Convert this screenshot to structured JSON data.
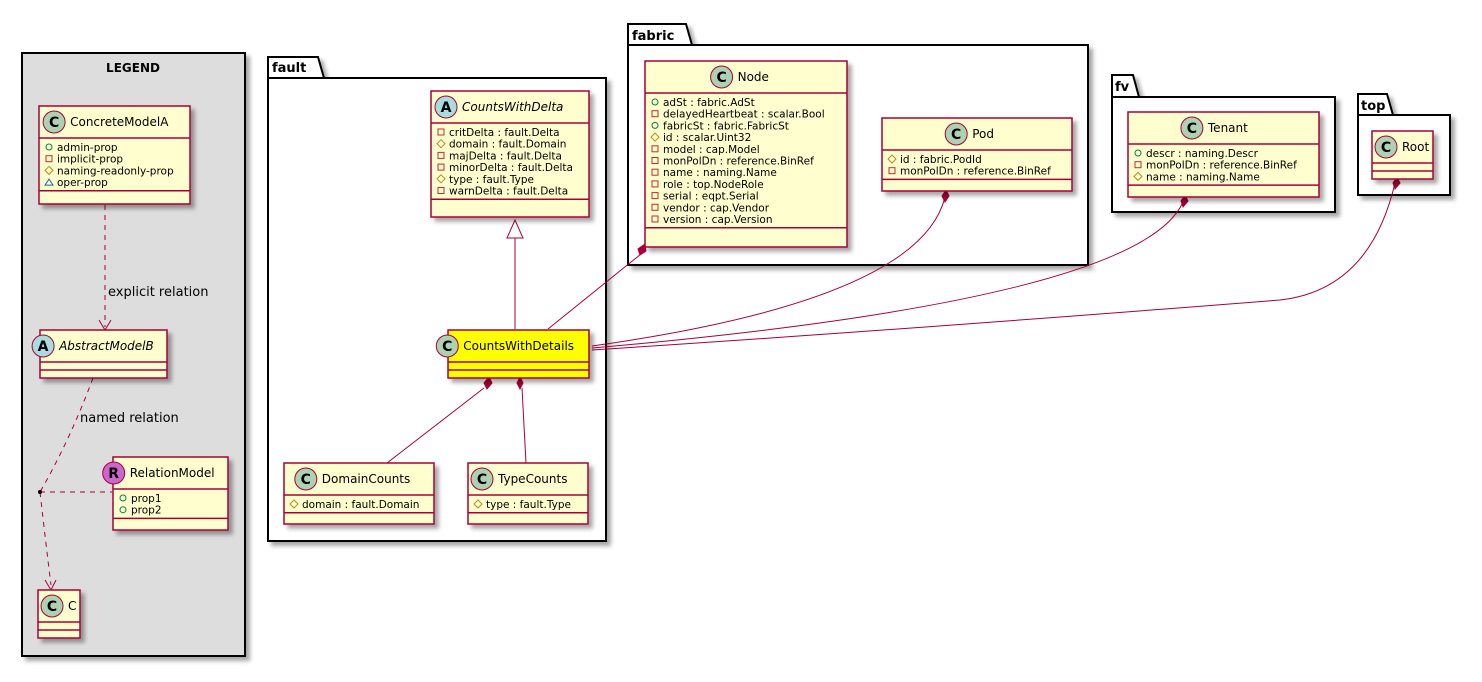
{
  "legend": {
    "title": "LEGEND",
    "concrete": {
      "name": "ConcreteModelA",
      "stereo": "C",
      "attrs": [
        {
          "vis": "public",
          "text": "admin-prop"
        },
        {
          "vis": "private",
          "text": "implicit-prop"
        },
        {
          "vis": "protected",
          "text": "naming-readonly-prop"
        },
        {
          "vis": "package",
          "text": "oper-prop"
        }
      ]
    },
    "abstract": {
      "name": "AbstractModelB",
      "stereo": "A"
    },
    "relation_model": {
      "name": "RelationModel",
      "stereo": "R",
      "attrs": [
        {
          "vis": "public",
          "text": "prop1"
        },
        {
          "vis": "public",
          "text": "prop2"
        }
      ]
    },
    "c": {
      "name": "C",
      "stereo": "C"
    },
    "explicit_label": "explicit relation",
    "named_label": "named relation"
  },
  "packages": {
    "fault": "fault",
    "fabric": "fabric",
    "fv": "fv",
    "top": "top"
  },
  "classes": {
    "counts_with_delta": {
      "name": "CountsWithDelta",
      "stereo": "A",
      "attrs": [
        {
          "vis": "private",
          "text": "critDelta : fault.Delta"
        },
        {
          "vis": "protected",
          "text": "domain : fault.Domain"
        },
        {
          "vis": "private",
          "text": "majDelta : fault.Delta"
        },
        {
          "vis": "private",
          "text": "minorDelta : fault.Delta"
        },
        {
          "vis": "protected",
          "text": "type : fault.Type"
        },
        {
          "vis": "private",
          "text": "warnDelta : fault.Delta"
        }
      ]
    },
    "counts_with_details": {
      "name": "CountsWithDetails",
      "stereo": "C"
    },
    "domain_counts": {
      "name": "DomainCounts",
      "stereo": "C",
      "attrs": [
        {
          "vis": "protected",
          "text": "domain : fault.Domain"
        }
      ]
    },
    "type_counts": {
      "name": "TypeCounts",
      "stereo": "C",
      "attrs": [
        {
          "vis": "protected",
          "text": "type : fault.Type"
        }
      ]
    },
    "node": {
      "name": "Node",
      "stereo": "C",
      "attrs": [
        {
          "vis": "public",
          "text": "adSt : fabric.AdSt"
        },
        {
          "vis": "private",
          "text": "delayedHeartbeat : scalar.Bool"
        },
        {
          "vis": "public",
          "text": "fabricSt : fabric.FabricSt"
        },
        {
          "vis": "protected",
          "text": "id : scalar.Uint32"
        },
        {
          "vis": "private",
          "text": "model : cap.Model"
        },
        {
          "vis": "private",
          "text": "monPolDn : reference.BinRef"
        },
        {
          "vis": "private",
          "text": "name : naming.Name"
        },
        {
          "vis": "private",
          "text": "role : top.NodeRole"
        },
        {
          "vis": "private",
          "text": "serial : eqpt.Serial"
        },
        {
          "vis": "private",
          "text": "vendor : cap.Vendor"
        },
        {
          "vis": "private",
          "text": "version : cap.Version"
        }
      ]
    },
    "pod": {
      "name": "Pod",
      "stereo": "C",
      "attrs": [
        {
          "vis": "protected",
          "text": "id : fabric.PodId"
        },
        {
          "vis": "private",
          "text": "monPolDn : reference.BinRef"
        }
      ]
    },
    "tenant": {
      "name": "Tenant",
      "stereo": "C",
      "attrs": [
        {
          "vis": "public",
          "text": "descr : naming.Descr"
        },
        {
          "vis": "private",
          "text": "monPolDn : reference.BinRef"
        },
        {
          "vis": "protected",
          "text": "name : naming.Name"
        }
      ]
    },
    "root": {
      "name": "Root",
      "stereo": "C"
    }
  },
  "colors": {
    "class_fill": "#FEFECE",
    "class_border": "#A80036",
    "highlight_fill": "#FFFF00",
    "legend_bg": "#DDDDDD",
    "circle_c": "#ADD1B2",
    "circle_a": "#A9DCDF",
    "circle_r": "#CC66CC",
    "edge": "#A80036"
  }
}
